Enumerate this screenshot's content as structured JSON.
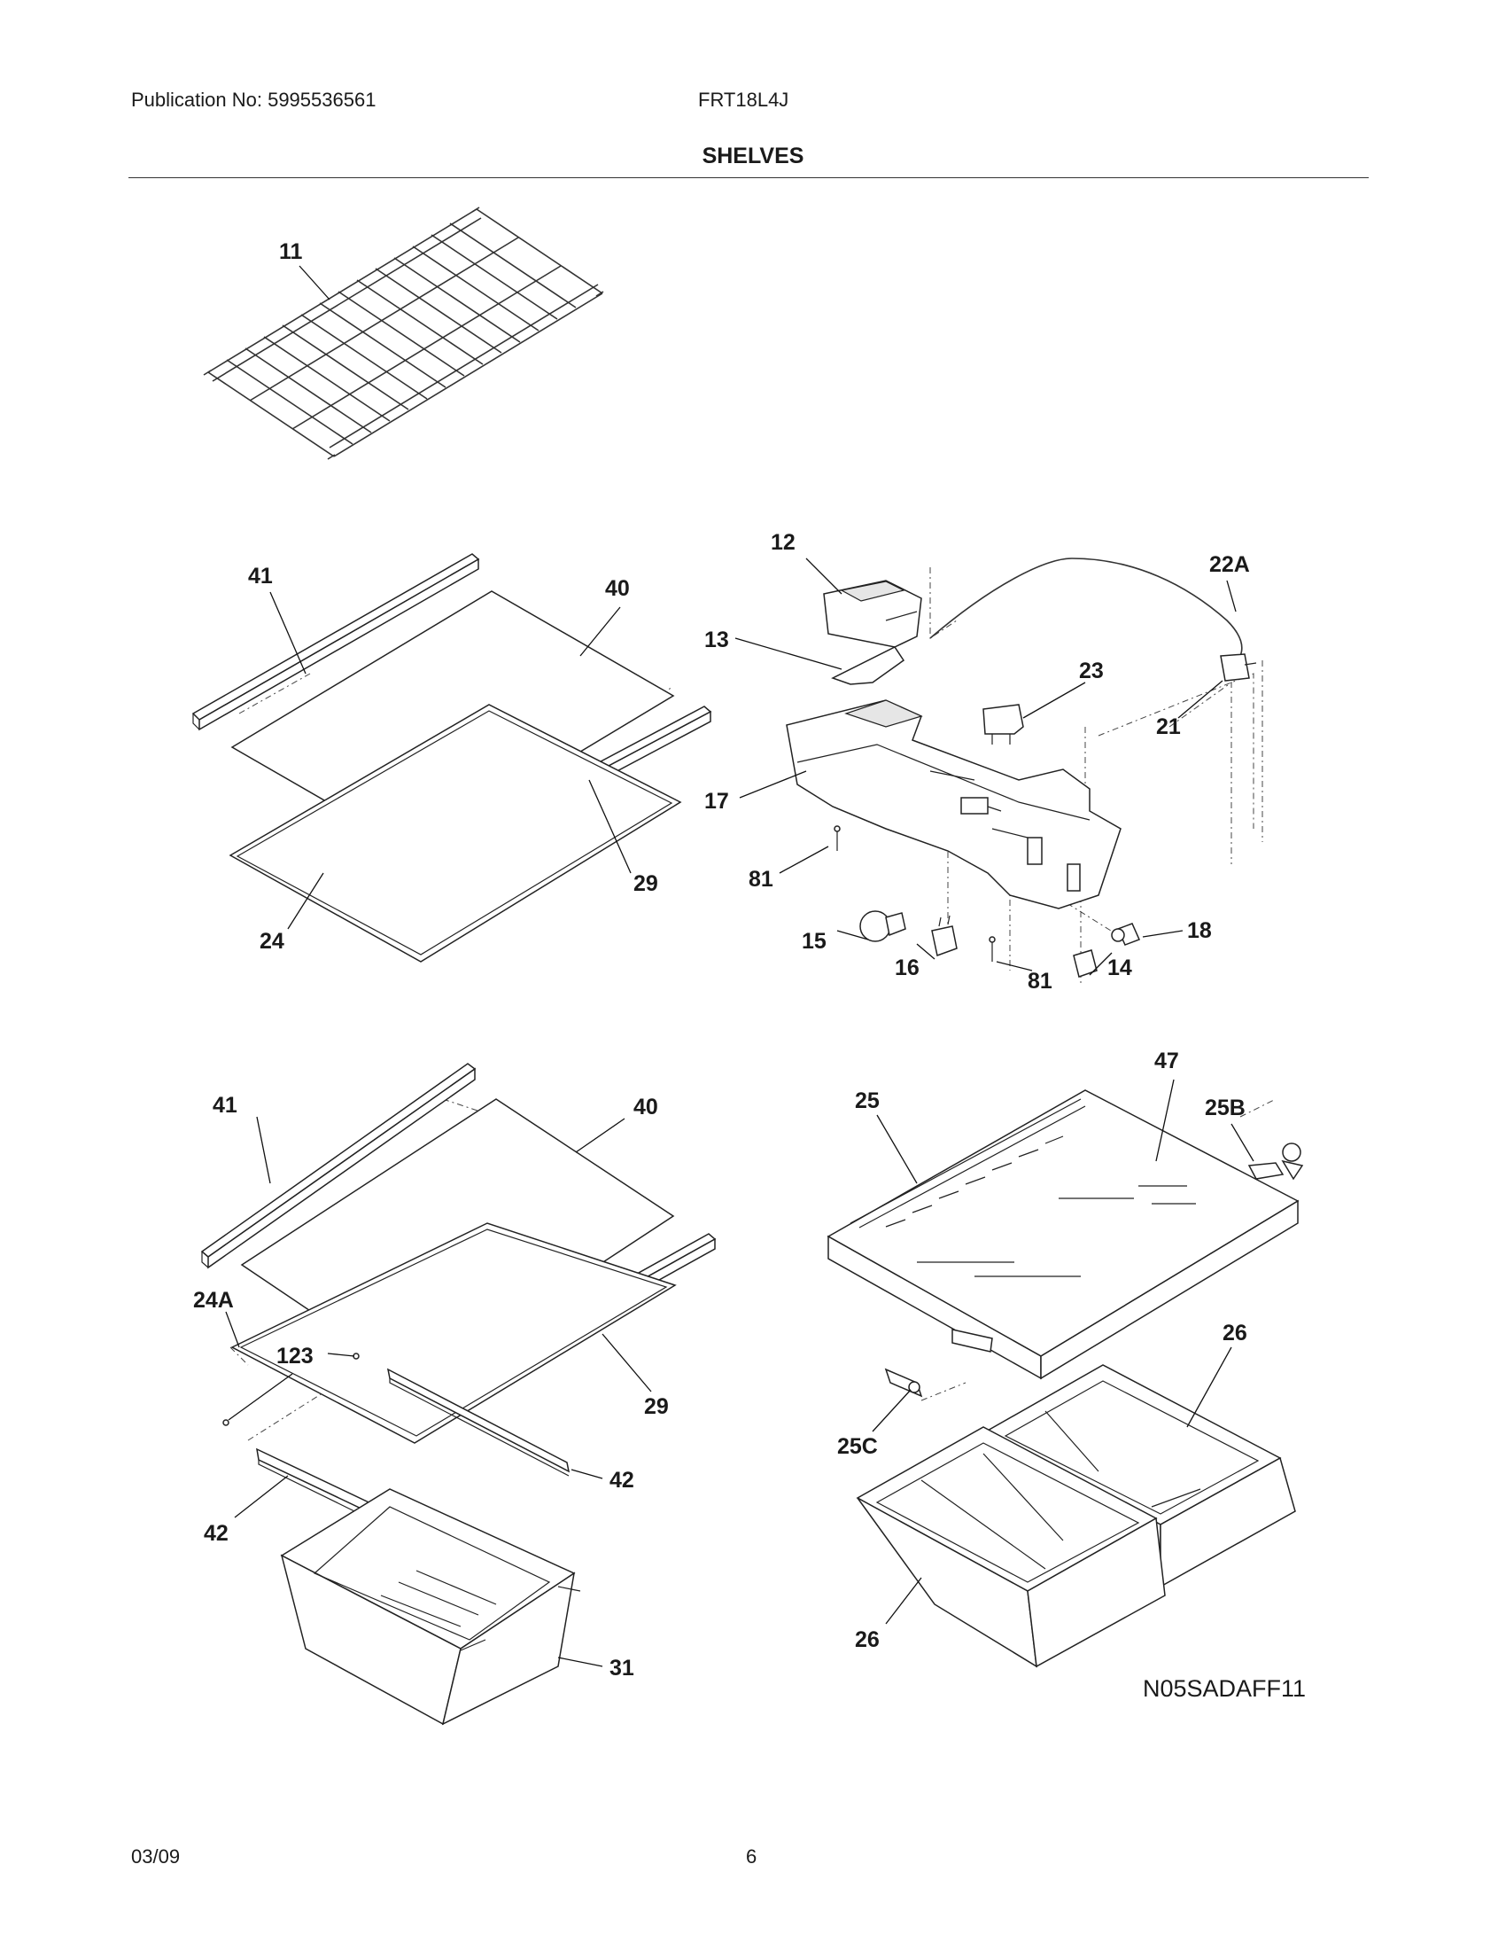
{
  "header": {
    "publication": "Publication No: 5995536561",
    "model": "FRT18L4J",
    "section_title": "SHELVES"
  },
  "footer": {
    "date": "03/09",
    "page_number": "6"
  },
  "diagram_code": "N05SADAFF11",
  "labels": {
    "p11": "11",
    "p41a": "41",
    "p40a": "40",
    "p29a": "29",
    "p24": "24",
    "p12": "12",
    "p22A": "22A",
    "p13": "13",
    "p23": "23",
    "p21": "21",
    "p17": "17",
    "p81a": "81",
    "p18": "18",
    "p15": "15",
    "p16": "16",
    "p81b": "81",
    "p14": "14",
    "p41b": "41",
    "p40b": "40",
    "p24A": "24A",
    "p123": "123",
    "p29b": "29",
    "p42a": "42",
    "p42b": "42",
    "p31": "31",
    "p47": "47",
    "p25": "25",
    "p25B": "25B",
    "p26a": "26",
    "p25C": "25C",
    "p26b": "26"
  }
}
